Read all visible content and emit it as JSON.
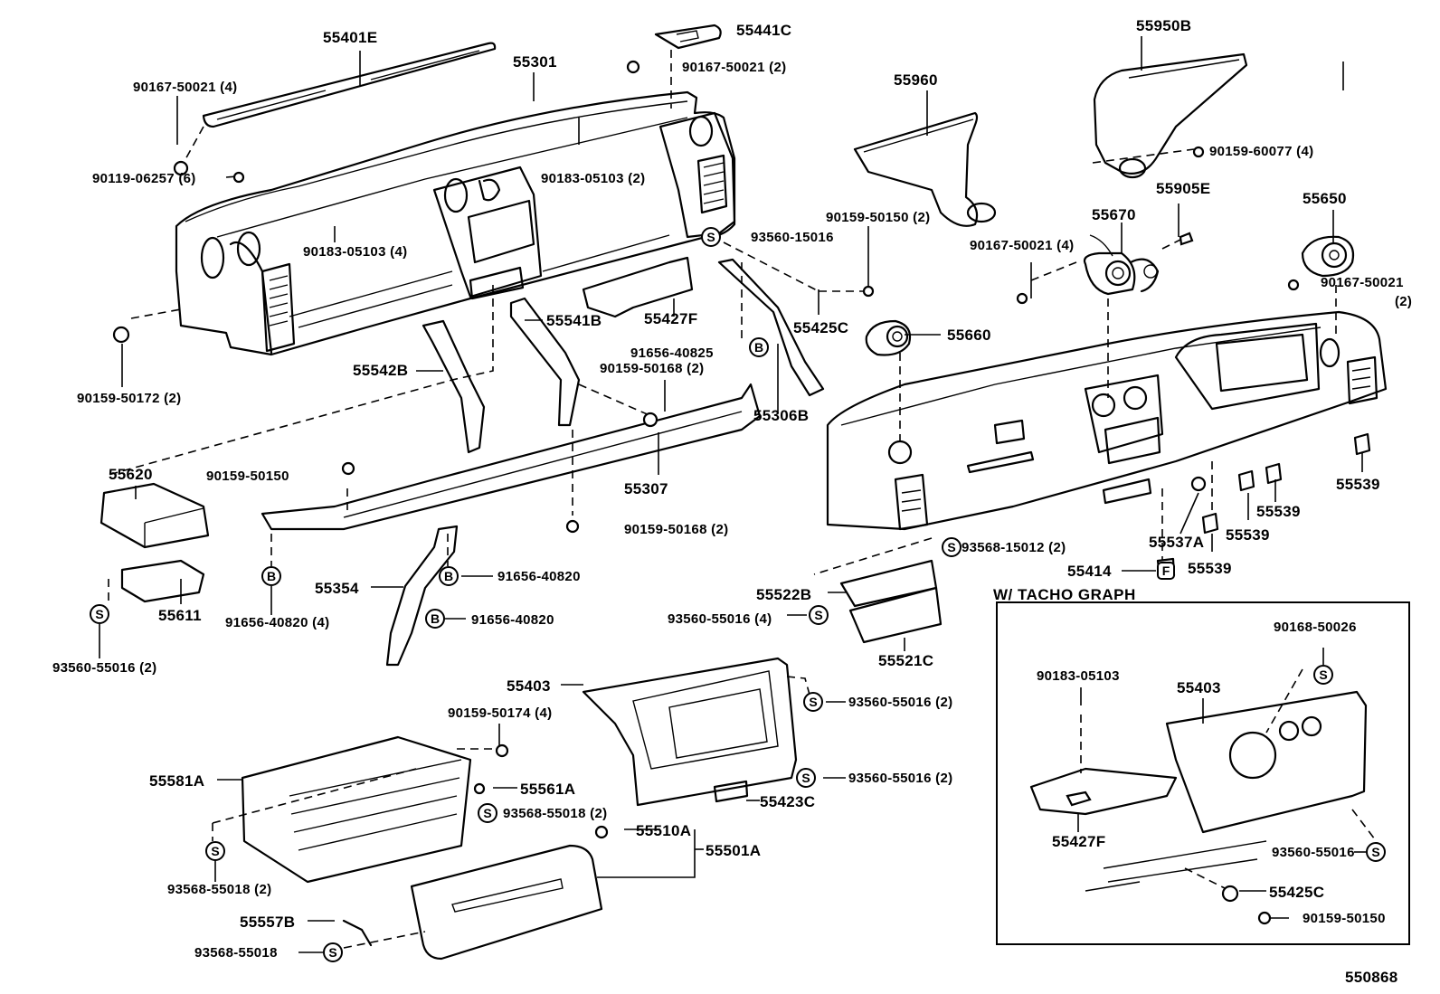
{
  "diagram": {
    "title": "Instrument Panel & Safety Pad Parts Diagram",
    "figure_number": "550868",
    "inset_title": "W/ TACHO GRAPH",
    "symbols": {
      "screw_clip": "S",
      "bolt": "B",
      "fastener": "F"
    },
    "parts": {
      "p55401E": "55401E",
      "p55301": "55301",
      "p55441C": "55441C",
      "b90167_50021_2a": "90167-50021 (2)",
      "p55960": "55960",
      "p55950B": "55950B",
      "b90167_50021_4a": "90167-50021 (4)",
      "b90119_06257": "90119-06257 (6)",
      "b90183_05103_2": "90183-05103 (2)",
      "b90159_60077": "90159-60077 (4)",
      "b90183_05103_4": "90183-05103 (4)",
      "b90159_50150_2": "90159-50150 (2)",
      "s93560_15016": "93560-15016",
      "p55905E": "55905E",
      "p55670": "55670",
      "p55650": "55650",
      "b90167_50021_4b": "90167-50021 (4)",
      "b90167_50021_r": "90167-50021",
      "b90167_50021_r_qty": "(2)",
      "b90159_50172": "90159-50172 (2)",
      "p55541B": "55541B",
      "p55427F": "55427F",
      "p55425C": "55425C",
      "p55660": "55660",
      "p55542B": "55542B",
      "b91656_40825": "91656-40825",
      "b90159_50168_2a": "90159-50168 (2)",
      "p55306B": "55306B",
      "p55307": "55307",
      "p55620": "55620",
      "b90159_50150": "90159-50150",
      "b90159_50168_2b": "90159-50168 (2)",
      "p55539_a": "55539",
      "p55539_b": "55539",
      "p55539_c": "55539",
      "p55539_d": "55539",
      "p55537A": "55537A",
      "s93568_15012": "93568-15012 (2)",
      "p55414": "55414",
      "p55354": "55354",
      "b91656_40820_a": "91656-40820",
      "b91656_40820_b": "91656-40820",
      "b91656_40820_4": "91656-40820 (4)",
      "p55611": "55611",
      "s93560_55016_2a": "93560-55016 (2)",
      "p55522B": "55522B",
      "s93560_55016_4": "93560-55016 (4)",
      "p55521C": "55521C",
      "p55403": "55403",
      "s93560_55016_2b": "93560-55016 (2)",
      "s93560_55016_2c": "93560-55016 (2)",
      "b90159_50174": "90159-50174 (4)",
      "p55581A": "55581A",
      "p55561A": "55561A",
      "s93568_55018_2a": "93568-55018 (2)",
      "p55423C": "55423C",
      "p55510A": "55510A",
      "p55501A": "55501A",
      "s93568_55018_2b": "93568-55018 (2)",
      "p55557B": "55557B",
      "s93568_55018": "93568-55018"
    },
    "inset_parts": {
      "s90168_50026": "90168-50026",
      "b90183_05103": "90183-05103",
      "p55403": "55403",
      "p55427F": "55427F",
      "s93560_55016": "93560-55016",
      "p55425C": "55425C",
      "b90159_50150": "90159-50150"
    }
  }
}
